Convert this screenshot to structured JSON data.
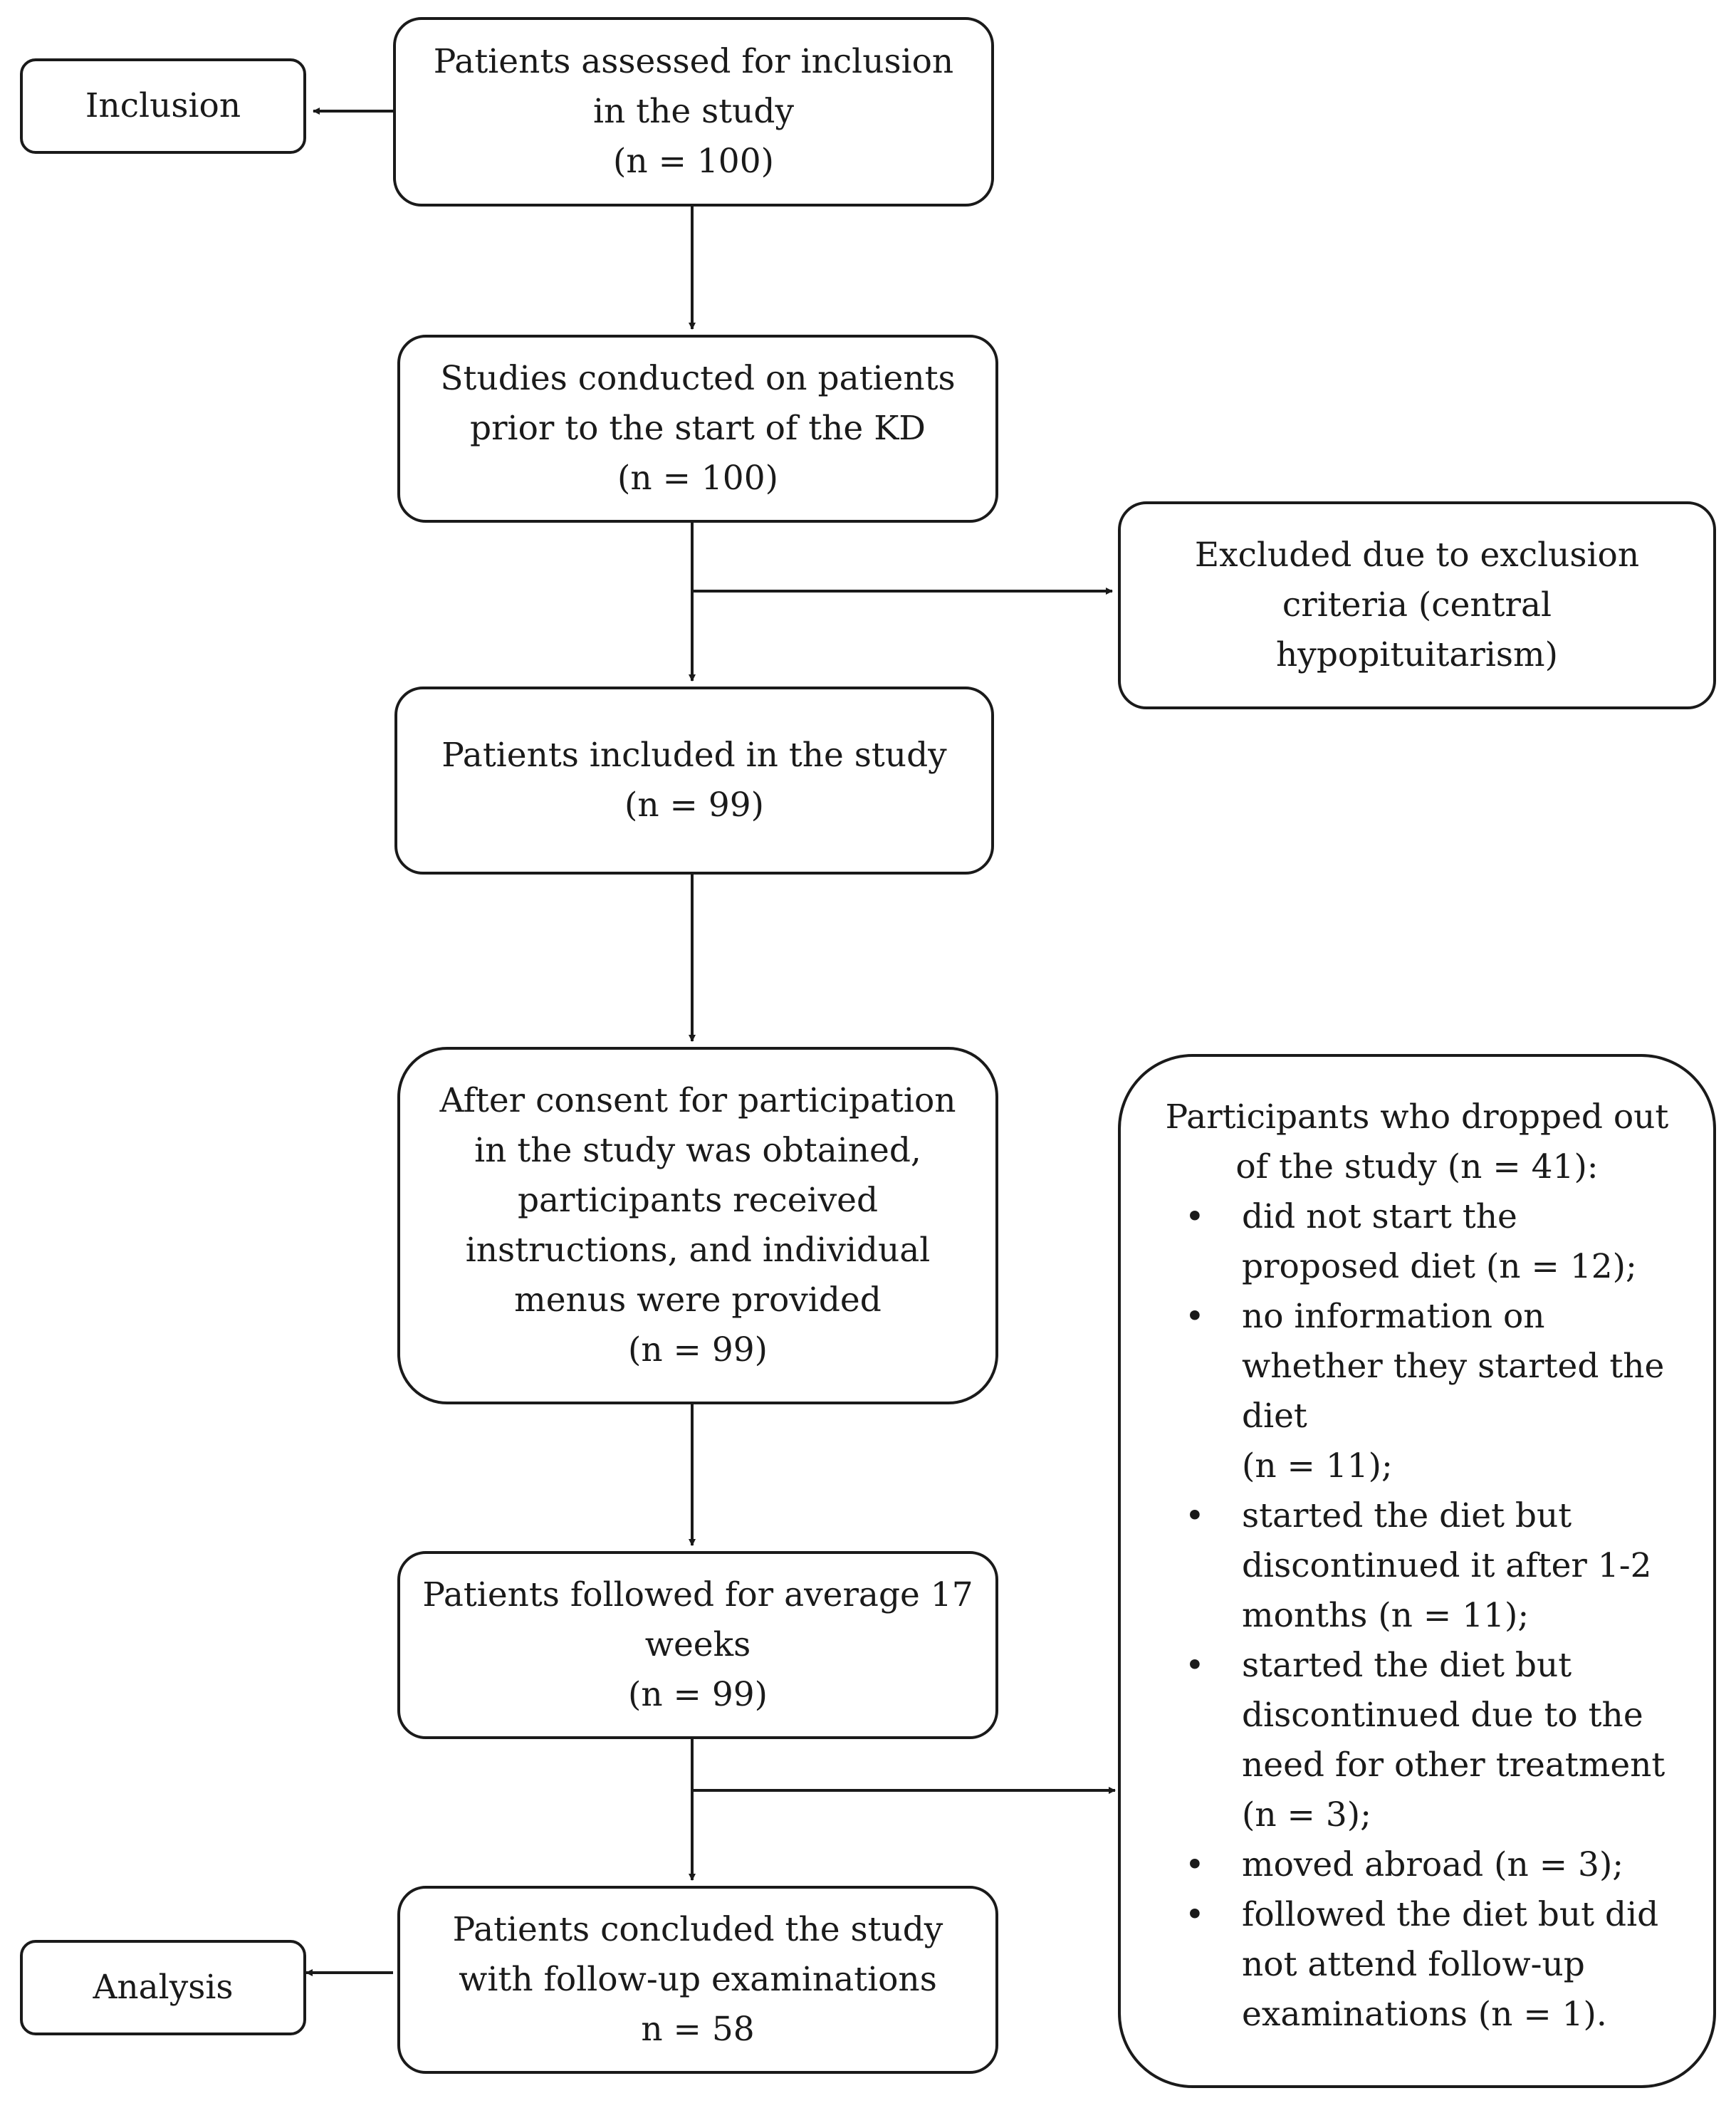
{
  "left_labels": {
    "inclusion": "Inclusion",
    "analysis": "Analysis"
  },
  "flow": {
    "assessed": [
      "Patients assessed for inclusion",
      "in the study",
      "(n = 100)"
    ],
    "studies": [
      "Studies conducted on patients",
      "prior to the start of the KD",
      "(n = 100)"
    ],
    "excluded": [
      "Excluded due to exclusion",
      "criteria (central",
      "hypopituitarism)"
    ],
    "included": [
      "Patients included in the study",
      "(n = 99)"
    ],
    "consent": [
      "After consent for participation",
      "in the study was obtained,",
      "participants received",
      "instructions, and individual",
      "menus were provided",
      "(n = 99)"
    ],
    "followed": [
      "Patients followed for average 17",
      "weeks",
      "(n = 99)"
    ],
    "concluded": [
      "Patients concluded the study",
      "with follow-up examinations",
      "n = 58"
    ]
  },
  "dropouts": {
    "heading": [
      "Participants who dropped out",
      "of the study (n = 41):"
    ],
    "items": [
      [
        "did not start the",
        "proposed diet (n = 12);"
      ],
      [
        "no information on",
        "whether they started the",
        "diet",
        "(n = 11);"
      ],
      [
        "started the diet but",
        "discontinued it after 1-2",
        "months (n = 11);"
      ],
      [
        "started the diet but",
        "discontinued due to the",
        "need for other treatment",
        "(n = 3);"
      ],
      [
        "moved abroad (n = 3);"
      ],
      [
        "followed the diet but did",
        "not attend follow-up",
        "examinations (n = 1)."
      ]
    ]
  }
}
